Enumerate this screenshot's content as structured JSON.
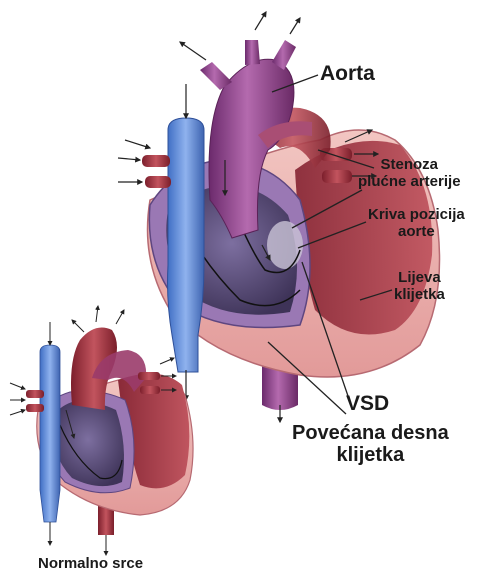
{
  "labels": {
    "aorta": "Aorta",
    "stenosis_line1": "Stenoza",
    "stenosis_line2": "plućne arterije",
    "malposition_line1": "Kriva pozicija",
    "malposition_line2": "aorte",
    "left_ventricle_line1": "Lijeva",
    "left_ventricle_line2": "klijetka",
    "vsd": "VSD",
    "enlarged_rv_line1": "Povećana desna",
    "enlarged_rv_line2": "klijetka",
    "normal_heart": "Normalno srce"
  },
  "colors": {
    "vena_cava_blue": "#5b86d6",
    "aorta_purple": "#8a3a86",
    "pulmonary_red": "#9a2f3a",
    "myocardium_pink": "#e7b0ae",
    "chamber_violet": "#5a4a78",
    "leader_line": "#222222"
  }
}
